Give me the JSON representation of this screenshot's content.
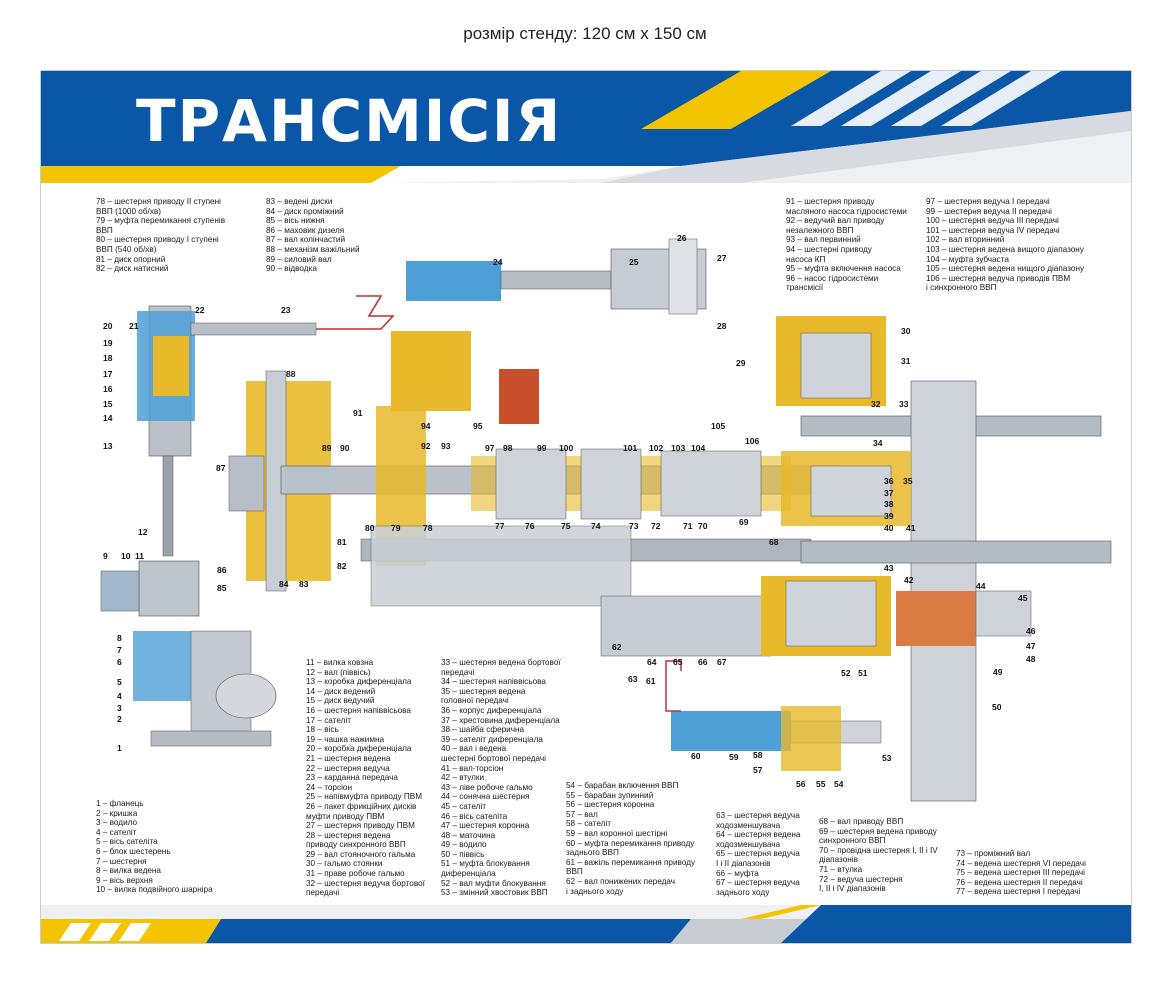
{
  "caption": "розмір стенду: 120 см х 150 см",
  "title": "ТРАНСМІСІЯ",
  "colors": {
    "blue": "#0a57a8",
    "yellow": "#f5c400",
    "shaft_blue": "#4d9fd6",
    "parts_yellow": "#e8b92a",
    "brake_red": "#c8502a"
  },
  "legend_groups": [
    [
      "78 – шестерня приводу ІІ ступені",
      "ВВП (1000 об/хв)",
      "79 – муфта перемикання ступенів",
      "ВВП",
      "80 – шестерня приводу І ступені",
      "ВВП (540 об/хв)",
      "81 – диск опорний",
      "82 – диск натисний"
    ],
    [
      "83 – ведені диски",
      "84 – диск проміжний",
      "85 – вісь нижня",
      "86 – маховик дизеля",
      "87 – вал колінчастий",
      "88 – механізм важільний",
      "89 – силовий вал",
      "90 – відводка"
    ],
    [
      "91 – шестерня приводу",
      "масляного насоса гідросистеми",
      "92 – ведучий вал приводу",
      "незалежного ВВП",
      "93 – вал первинний",
      "94 – шестерні приводу",
      "насоса КП",
      "95 – муфта включення насоса",
      "96 – насос гідросистеми",
      "трансмісії"
    ],
    [
      "97 – шестерня ведуча І передачі",
      "99 – шестерня ведуча ІІ передачі",
      "100 – шестерня ведуча ІІІ передачі",
      "101 – шестерня ведуча IV передачі",
      "102 – вал вторинний",
      "103 – шестерня ведена вищого діапазону",
      "104 – муфта зубчаста",
      "105 – шестерня ведена нищого діапазону",
      "106 – шестерня ведуча приводів ПВМ",
      "і синхронного ВВП"
    ],
    [
      "1 – фланець",
      "2 – кришка",
      "3 – водило",
      "4 – сателіт",
      "5 – вісь сателіта",
      "6 – блок шестерень",
      "7 – шестерня",
      "8 – вилка ведена",
      "9 – вісь верхня",
      "10 – вилка подвійного шарніра"
    ],
    [
      "11 – вилка ковзна",
      "12 – вал (піввісь)",
      "13 – коробка диференціала",
      "14 – диск ведений",
      "15 – диск ведучий",
      "16 – шестерня напіввісьова",
      "17 – сателіт",
      "18 – вісь",
      "19 – чашка нажимна",
      "20 – коробка диференціала",
      "21 – шестерня ведена",
      "22 – шестерня ведуча",
      "23 – карданна передача",
      "24 – торсіон",
      "25 – напівмуфта приводу ПВМ",
      "26 – пакет фрикційних дисків",
      "муфти приводу ПВМ",
      "27 – шестерня приводу ПВМ",
      "28 – шестерня ведена",
      "приводу синхронного ВВП",
      "29 – вал стояночного гальма",
      "30 – гальмо стоянки",
      "31 – праве робоче гальмо",
      "32 – шестерня ведуча бортової",
      "передачі"
    ],
    [
      "33 – шестерня ведена бортової",
      "передачі",
      "34 – шестерня напіввісьова",
      "35 – шестерня ведена",
      "головної передачі",
      "36 – корпус диференціала",
      "37 – хрестовина диференціала",
      "38 – шайба сферична",
      "39 – сателіт диференціала",
      "40 – вал і ведена",
      "шестерні бортової передачі",
      "41 – вал-торсіон",
      "42 – втулки",
      "43 – ліве робоче гальмо",
      "44 – сонячна шестерня",
      "45 – сателіт",
      "46 – вісь сателіта",
      "47 – шестерня коронна",
      "48 – маточина",
      "49 – водило",
      "50 – піввісь",
      "51 – муфта блокування",
      "диференціала",
      "52 – вал муфти блокування",
      "53 – змінний хвостовик ВВП"
    ],
    [
      "54 – барабан включення ВВП",
      "55 – барабан зупинний",
      "56 – шестерня коронна",
      "57 – вал",
      "58 – сателіт",
      "59 – вал коронної шестірні",
      "60 – муфта перемикання приводу",
      "заднього ВВП",
      "61 – важіль перемикання приводу",
      "ВВП",
      "62 – вал понижених передач",
      "і заднього ходу"
    ],
    [
      "63 – шестерня ведуча",
      "ходозменшувача",
      "64 – шестерня ведена",
      "ходозменшувача",
      "65 – шестерня ведуча",
      "І і ІІ діапазонів",
      "66 – муфта",
      "67 – шестерня ведуча",
      "заднього ходу"
    ],
    [
      "68 – вал приводу ВВП",
      "69 – шестерня ведена приводу",
      "синхронного ВВП",
      "70 – провідна шестерня І, ІІ і IV",
      "діапазонів",
      "71 – втулка",
      "72 – ведуча шестерня",
      "І, ІІ і IV діапазонів"
    ],
    [
      "73 – проміжний вал",
      "74 – ведена шестерня VI передачі",
      "75 – ведена шестерня ІІІ передачі",
      "76 – ведена шестерня ІІ передачі",
      "77 – ведена шестерня І передачі"
    ]
  ],
  "callouts": [
    "24",
    "25",
    "26",
    "27",
    "28",
    "22",
    "23",
    "21",
    "20",
    "19",
    "18",
    "17",
    "16",
    "15",
    "14",
    "13",
    "12",
    "11",
    "10",
    "9",
    "8",
    "7",
    "6",
    "5",
    "4",
    "3",
    "2",
    "1",
    "88",
    "87",
    "89",
    "90",
    "91",
    "92",
    "93",
    "94",
    "95",
    "97",
    "98",
    "99",
    "100",
    "101",
    "102",
    "103",
    "104",
    "105",
    "106",
    "30",
    "29",
    "31",
    "32",
    "33",
    "34",
    "35",
    "36",
    "37",
    "38",
    "39",
    "40",
    "41",
    "42",
    "43",
    "44",
    "45",
    "46",
    "47",
    "48",
    "49",
    "50",
    "51",
    "52",
    "53",
    "54",
    "55",
    "56",
    "57",
    "58",
    "59",
    "60",
    "61",
    "62",
    "63",
    "64",
    "65",
    "66",
    "67",
    "68",
    "69",
    "70",
    "71",
    "72",
    "73",
    "74",
    "75",
    "76",
    "77",
    "78",
    "79",
    "80",
    "81",
    "82",
    "83",
    "84",
    "85",
    "86"
  ]
}
